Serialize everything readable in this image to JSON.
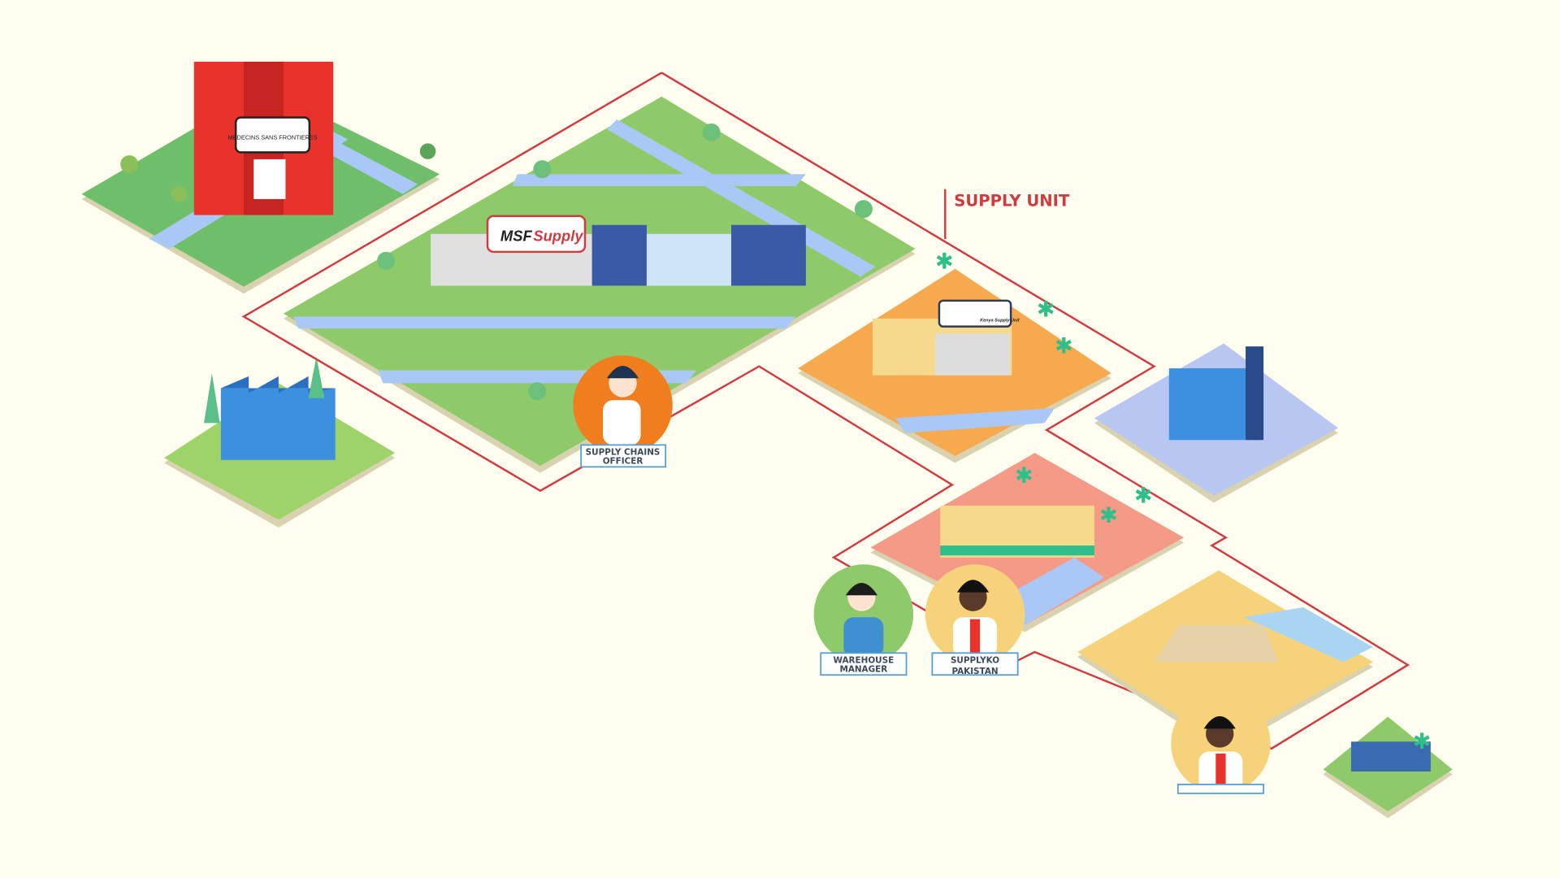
{
  "section_label": "SUPPLY UNIT",
  "logos": {
    "hq": "MEDECINS SANS FRONTIERES",
    "msf_supply_main": "MSF",
    "msf_supply_accent": "Supply",
    "kenya": "Kenya Supply Unit"
  },
  "roles": [
    {
      "line1": "SUPPLY CHAINS",
      "line2": "OFFICER"
    },
    {
      "line1": "WAREHOUSE",
      "line2": "MANAGER"
    },
    {
      "line1": "SUPPLYKO",
      "line2": "PAKISTAN"
    },
    {
      "line1": "",
      "line2": ""
    }
  ],
  "colors": {
    "background": "#fefdf0",
    "outline": "#d13a3f",
    "msf_red": "#e8322b",
    "grass": "#8fca6a",
    "road": "#a9c8f5"
  }
}
